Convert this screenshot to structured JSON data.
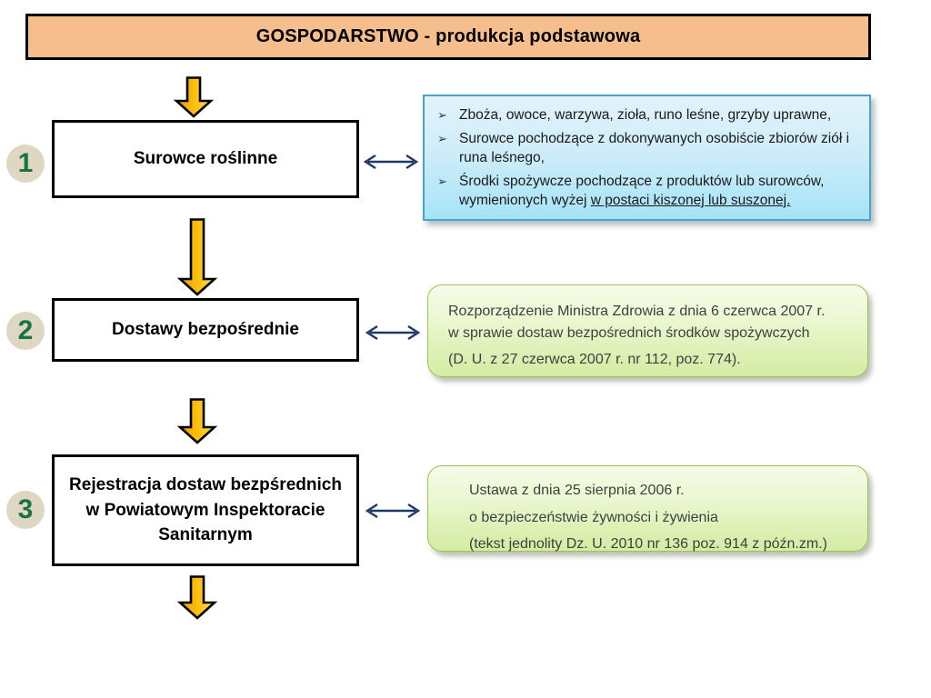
{
  "header": {
    "title": "GOSPODARSTWO - produkcja podstawowa"
  },
  "steps": [
    {
      "number": "1",
      "label": "Surowce roślinne"
    },
    {
      "number": "2",
      "label": "Dostawy bezpośrednie"
    },
    {
      "number": "3",
      "label_lines": [
        "Rejestracja dostaw bezpśrednich",
        "w Powiatowym Inspektoracie",
        "Sanitarnym"
      ]
    }
  ],
  "annotations": {
    "bullet_glyph": "➢",
    "blue": {
      "bullets": [
        {
          "text": "Zboża, owoce, warzywa, zioła, runo leśne, grzyby uprawne,",
          "underline": ""
        },
        {
          "text": "Surowce pochodzące z dokonywanych osobiście zbiorów ziół i runa leśnego,",
          "underline": ""
        },
        {
          "text": "Środki spożywcze pochodzące z produktów lub surowców, wymienionych wyżej ",
          "underline": "w postaci kiszonej lub suszonej."
        }
      ]
    },
    "green_regulation": {
      "lines": [
        "Rozporządzenie Ministra Zdrowia z dnia 6 czerwca 2007 r.",
        "w sprawie dostaw bezpośrednich środków spożywczych",
        "(D. U. z 27 czerwca 2007 r. nr 112, poz. 774)."
      ]
    },
    "green_act": {
      "lines": [
        "Ustawa z dnia 25 sierpnia 2006 r.",
        "o bezpieczeństwie żywności i żywienia",
        "(tekst jednolity Dz. U. 2010 nr 136 poz. 914 z późn.zm.)"
      ]
    }
  },
  "colors": {
    "header_bg": "#F7BE8D",
    "blue_note_border": "#45A5C5",
    "green_note_border": "#9CC353",
    "arrow_gold": "#FFC20E",
    "connector_navy": "#1F3864",
    "badge_bg": "#DED8C2",
    "badge_number_green": "#1B7245"
  }
}
